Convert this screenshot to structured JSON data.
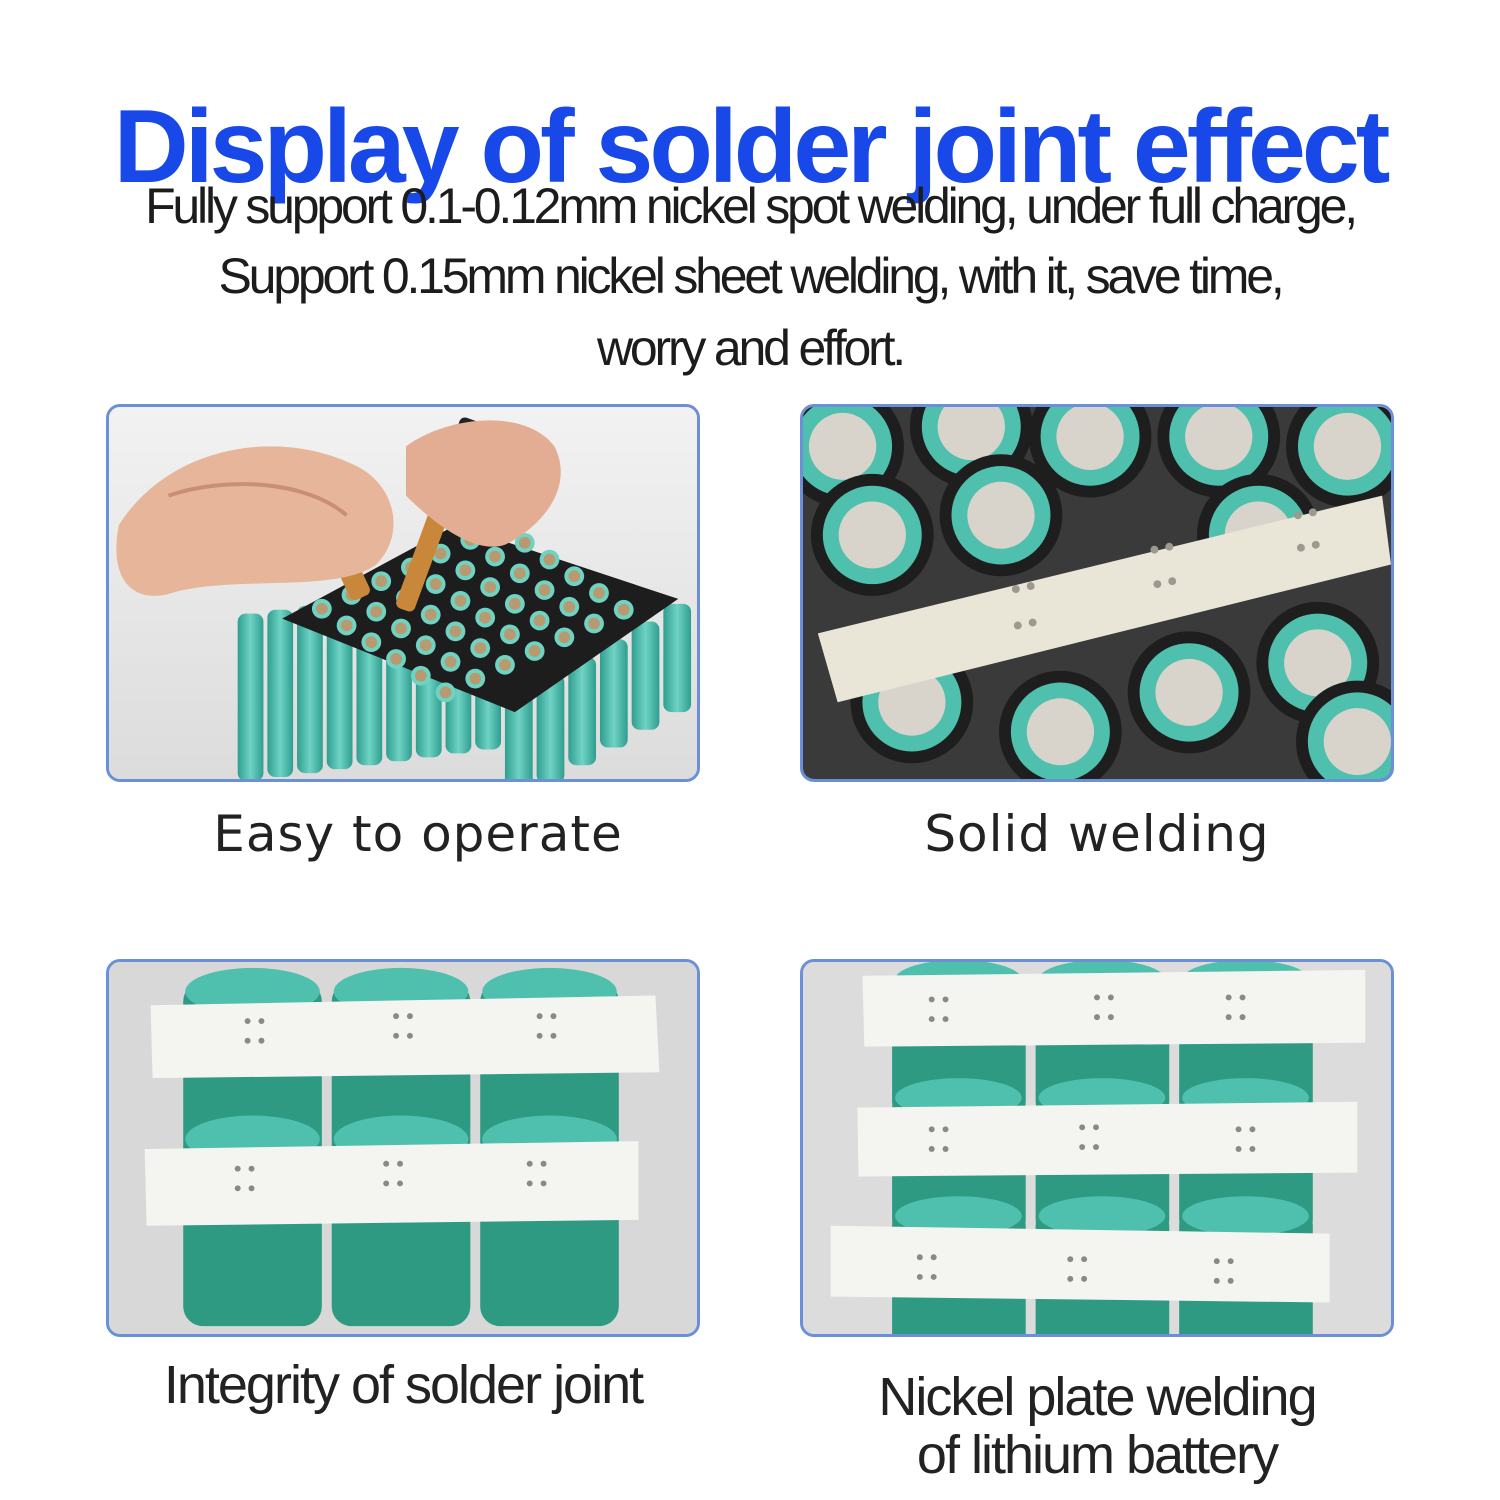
{
  "header": {
    "title": "Display of solder joint effect",
    "lines": [
      "Fully support 0.1-0.12mm nickel spot welding, under full charge,",
      "Support 0.15mm nickel sheet welding, with it, save time,",
      "worry and effort."
    ]
  },
  "panels": [
    {
      "caption": "Easy to operate"
    },
    {
      "caption": "Solid welding"
    },
    {
      "caption": "Integrity of solder joint"
    },
    {
      "caption_lines": [
        "Nickel plate welding",
        "of lithium battery"
      ]
    }
  ],
  "colors": {
    "title": "#1848e8",
    "panel_border": "#6c8fd9",
    "battery_teal": "#4fbfae",
    "battery_green": "#2e9a82",
    "nickel_strip": "#f4f4f0"
  }
}
